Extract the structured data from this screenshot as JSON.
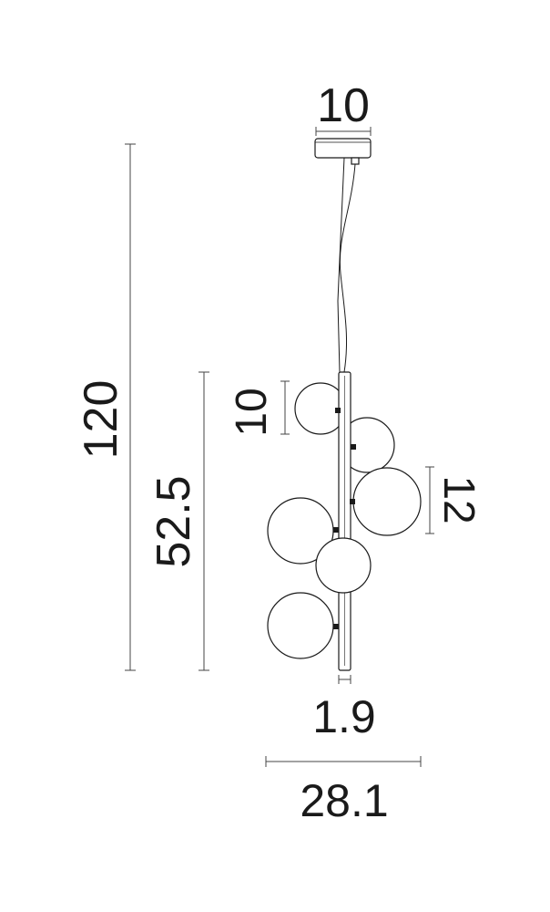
{
  "dimensions": {
    "canopy_width": "10",
    "total_height": "120",
    "body_height": "52.5",
    "small_globe": "10",
    "large_globe": "12",
    "rod_width": "1.9",
    "total_width": "28.1"
  },
  "colors": {
    "line": "#1a1a1a",
    "dimension_line": "#444444",
    "globe_fill": "#ffffff"
  }
}
